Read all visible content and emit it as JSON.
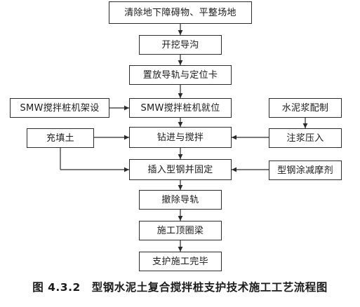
{
  "flowchart": {
    "nodes": {
      "n1": "清除地下障碍物、平整场地",
      "n2": "开挖导沟",
      "n3": "置放导轨与定位卡",
      "n4": "SMW搅拌桩机就位",
      "n5": "钻进与搅拌",
      "n6": "插入型钢并固定",
      "n7": "撤除导轨",
      "n8": "施工顶圈梁",
      "n9": "支护施工完毕",
      "s1": "SMW搅拌桩机架设",
      "s2": "充填土",
      "s3": "水泥浆配制",
      "s4": "注浆压入",
      "s5": "型钢涂减摩剂"
    },
    "edges": [
      {
        "from": "n1",
        "to": "n2"
      },
      {
        "from": "n2",
        "to": "n3"
      },
      {
        "from": "n3",
        "to": "n4"
      },
      {
        "from": "n4",
        "to": "n5"
      },
      {
        "from": "n5",
        "to": "n6"
      },
      {
        "from": "n6",
        "to": "n7"
      },
      {
        "from": "n7",
        "to": "n8"
      },
      {
        "from": "n8",
        "to": "n9"
      },
      {
        "from": "s1",
        "to": "n4"
      },
      {
        "from": "s2",
        "to": "n5"
      },
      {
        "from": "s2",
        "to": "n6"
      },
      {
        "from": "s3",
        "to": "s4"
      },
      {
        "from": "s4",
        "to": "n5"
      },
      {
        "from": "s5",
        "to": "n6"
      }
    ]
  },
  "caption": "图 4.3.2　型钢水泥土复合搅拌桩支护技术施工工艺流程图"
}
